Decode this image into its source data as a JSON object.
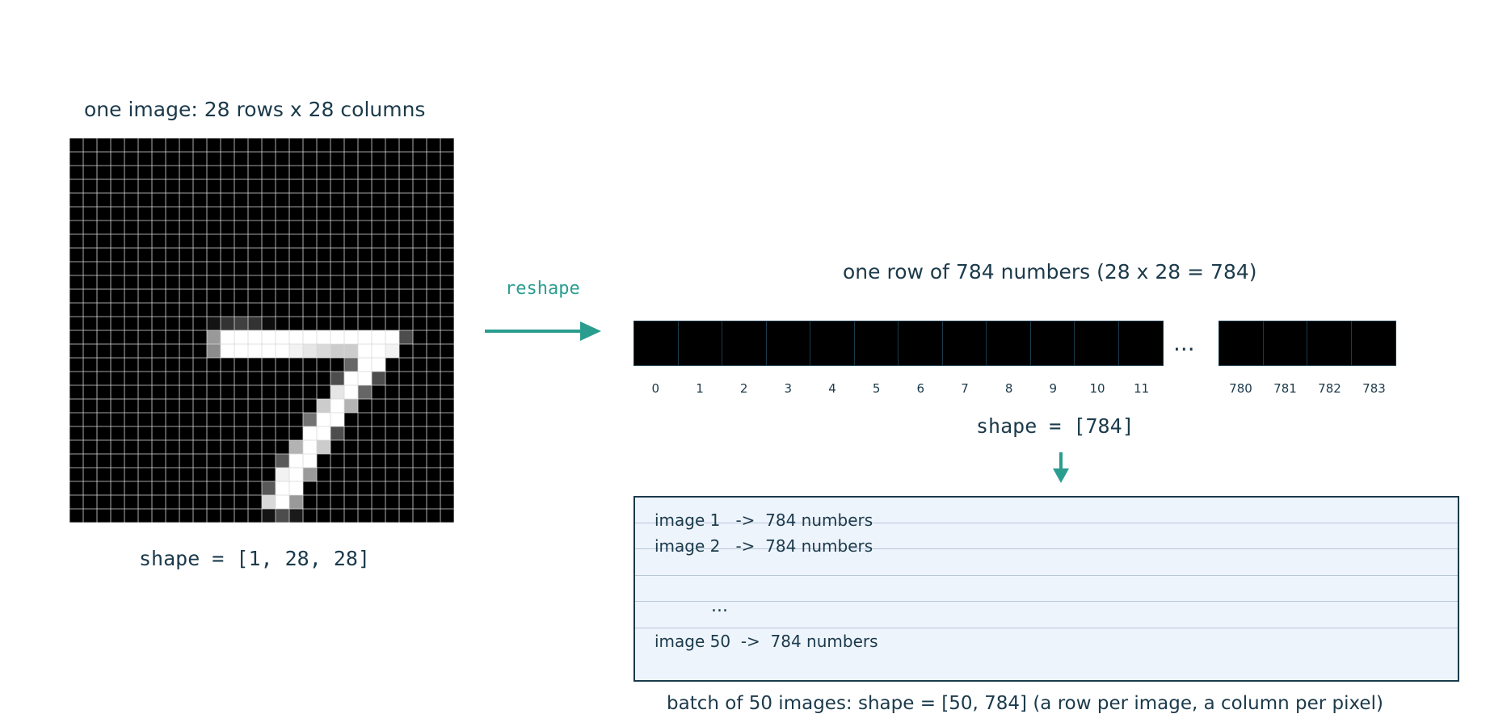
{
  "image_panel": {
    "title": "one image: 28 rows x 28 columns",
    "shape_label": "shape = [1, 28, 28]",
    "rows": 28,
    "cols": 28,
    "bright_pixels": [
      [
        14,
        10,
        0.6
      ],
      [
        14,
        11,
        1
      ],
      [
        14,
        12,
        1
      ],
      [
        14,
        13,
        1
      ],
      [
        14,
        14,
        1
      ],
      [
        14,
        15,
        1
      ],
      [
        14,
        16,
        1
      ],
      [
        14,
        17,
        1
      ],
      [
        14,
        18,
        1
      ],
      [
        14,
        19,
        1
      ],
      [
        14,
        20,
        1
      ],
      [
        14,
        21,
        1
      ],
      [
        14,
        22,
        1
      ],
      [
        14,
        23,
        1
      ],
      [
        14,
        24,
        0.3
      ],
      [
        13,
        10,
        0.0
      ],
      [
        13,
        11,
        0.2
      ],
      [
        13,
        12,
        0.25
      ],
      [
        13,
        13,
        0.2
      ],
      [
        13,
        14,
        0.05
      ],
      [
        15,
        10,
        0.55
      ],
      [
        15,
        11,
        1
      ],
      [
        15,
        12,
        1
      ],
      [
        15,
        13,
        1
      ],
      [
        15,
        14,
        1
      ],
      [
        15,
        15,
        1
      ],
      [
        15,
        16,
        0.95
      ],
      [
        15,
        17,
        0.9
      ],
      [
        15,
        18,
        0.85
      ],
      [
        15,
        19,
        0.8
      ],
      [
        15,
        20,
        0.8
      ],
      [
        15,
        21,
        1
      ],
      [
        15,
        22,
        1
      ],
      [
        15,
        23,
        0.95
      ],
      [
        16,
        20,
        0.4
      ],
      [
        16,
        21,
        1
      ],
      [
        16,
        22,
        1
      ],
      [
        17,
        19,
        0.3
      ],
      [
        17,
        20,
        1
      ],
      [
        17,
        21,
        1
      ],
      [
        17,
        22,
        0.3
      ],
      [
        18,
        19,
        0.9
      ],
      [
        18,
        20,
        1
      ],
      [
        18,
        21,
        0.4
      ],
      [
        19,
        18,
        0.8
      ],
      [
        19,
        19,
        1
      ],
      [
        19,
        20,
        0.7
      ],
      [
        20,
        17,
        0.45
      ],
      [
        20,
        18,
        1
      ],
      [
        20,
        19,
        1
      ],
      [
        21,
        17,
        1
      ],
      [
        21,
        18,
        1
      ],
      [
        21,
        19,
        0.3
      ],
      [
        22,
        16,
        0.7
      ],
      [
        22,
        17,
        1
      ],
      [
        22,
        18,
        0.8
      ],
      [
        23,
        15,
        0.35
      ],
      [
        23,
        16,
        1
      ],
      [
        23,
        17,
        1
      ],
      [
        24,
        15,
        0.95
      ],
      [
        24,
        16,
        1
      ],
      [
        24,
        17,
        0.6
      ],
      [
        25,
        14,
        0.35
      ],
      [
        25,
        15,
        1
      ],
      [
        25,
        16,
        1
      ],
      [
        26,
        14,
        0.85
      ],
      [
        26,
        15,
        1
      ],
      [
        26,
        16,
        0.6
      ],
      [
        27,
        14,
        0.0
      ],
      [
        27,
        15,
        0.3
      ],
      [
        27,
        16,
        0.1
      ]
    ]
  },
  "arrow": {
    "label": "reshape",
    "color": "#2a9d8f"
  },
  "row_panel": {
    "title": "one row of 784 numbers (28 x 28 = 784)",
    "first_indices": [
      "0",
      "1",
      "2",
      "3",
      "4",
      "5",
      "6",
      "7",
      "8",
      "9",
      "10",
      "11"
    ],
    "ellipsis": "...",
    "last_indices": [
      "780",
      "781",
      "782",
      "783"
    ],
    "shape_label": "shape  =  [784]"
  },
  "batch_panel": {
    "rows": [
      "image 1   ->  784 numbers",
      "image 2   ->  784 numbers",
      "...",
      "image 50  ->  784 numbers"
    ],
    "caption": "batch of 50 images: shape = [50, 784]  (a row per image, a column per pixel)"
  },
  "colors": {
    "text": "#1b3a4b",
    "accent": "#2a9d8f",
    "box_fill": "#eef4fc",
    "box_border": "#1b3a4b"
  }
}
